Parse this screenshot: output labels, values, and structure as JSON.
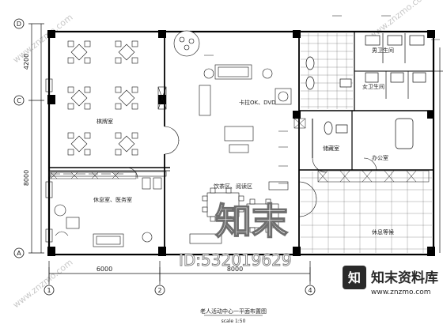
{
  "grid": {
    "rows": [
      "D",
      "C",
      "A"
    ],
    "cols": [
      "1",
      "2",
      "4"
    ],
    "row_dims": [
      "4200",
      "8000"
    ],
    "col_dims": [
      "6000",
      "8000"
    ]
  },
  "rooms": {
    "chess": "棋牌室",
    "ktv": "卡拉OK、DVD",
    "lounge": "休息室、医务室",
    "dining": "饮茶区、阅读区",
    "storage": "储藏室",
    "office": "办公室",
    "male_wc": "男卫生间",
    "female_wc": "女卫生间",
    "hall": "休息等候"
  },
  "drawing": {
    "title": "老人活动中心一平面布置图",
    "scale": "scale 1:50"
  },
  "watermark": {
    "brand": "知末",
    "id_text": "ID:532019629",
    "site_cn": "知末资料库",
    "site_url": "www.znzmo.com",
    "diag_url": "www.znzmo.com"
  },
  "colors": {
    "line": "#111111",
    "wall": "#000000",
    "watermark": "#9a9a9a"
  }
}
